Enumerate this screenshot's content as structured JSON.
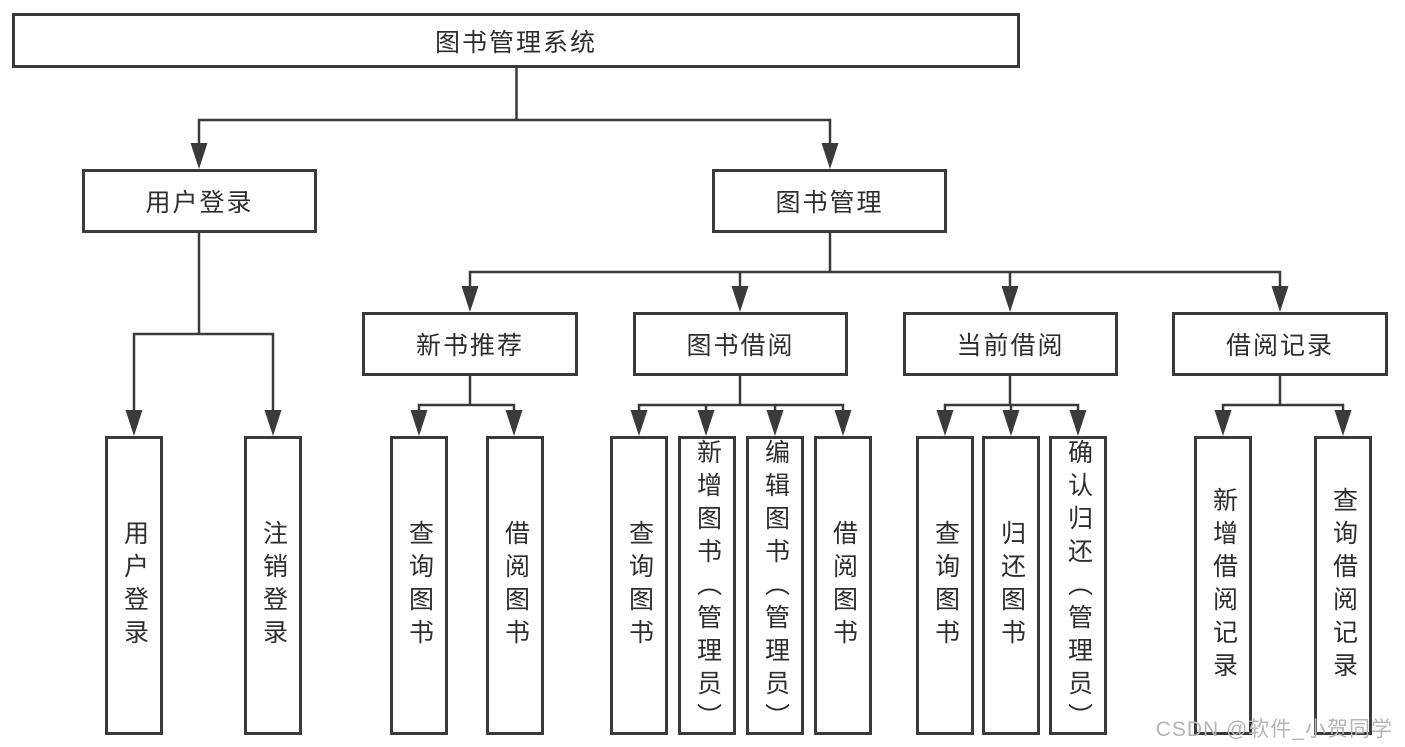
{
  "tree": {
    "root": "图书管理系统",
    "branches": [
      {
        "label": "用户登录",
        "children": [
          "用户登录",
          "注销登录"
        ]
      },
      {
        "label": "图书管理",
        "groups": [
          {
            "label": "新书推荐",
            "children": [
              "查询图书",
              "借阅图书"
            ]
          },
          {
            "label": "图书借阅",
            "children": [
              "查询图书",
              "新增图书（管理员）",
              "编辑图书（管理员）",
              "借阅图书"
            ]
          },
          {
            "label": "当前借阅",
            "children": [
              "查询图书",
              "归还图书",
              "确认归还（管理员）"
            ]
          },
          {
            "label": "借阅记录",
            "children": [
              "新增借阅记录",
              "查询借阅记录"
            ]
          }
        ]
      }
    ]
  },
  "watermark": "CSDN @软件_小贺同学",
  "colors": {
    "line": "#3a3a3a",
    "text": "#2e2e2e",
    "watermark": "#b5b5b5",
    "bg": "#ffffff"
  }
}
